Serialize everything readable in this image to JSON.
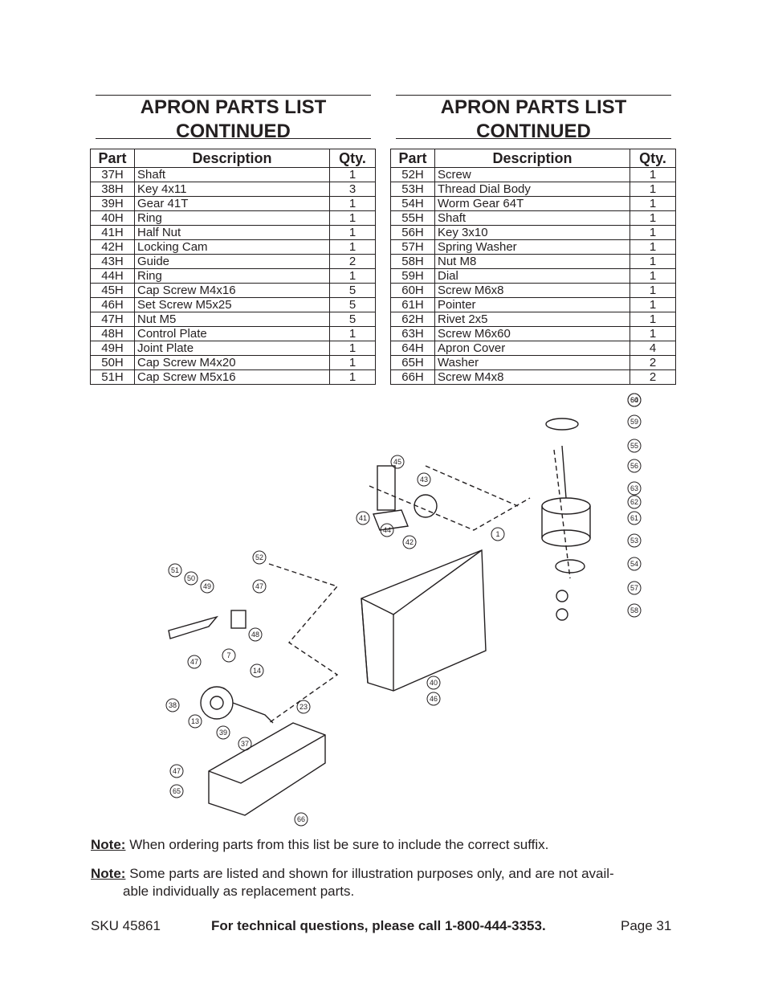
{
  "left_section": {
    "title_line1": "APRON PARTS LIST",
    "title_line2": "CONTINUED",
    "headers": {
      "part": "Part",
      "description": "Description",
      "qty": "Qty."
    },
    "rows": [
      {
        "part": "37H",
        "description": "Shaft",
        "qty": "1"
      },
      {
        "part": "38H",
        "description": "Key 4x11",
        "qty": "3"
      },
      {
        "part": "39H",
        "description": "Gear 41T",
        "qty": "1"
      },
      {
        "part": "40H",
        "description": "Ring",
        "qty": "1"
      },
      {
        "part": "41H",
        "description": "Half Nut",
        "qty": "1"
      },
      {
        "part": "42H",
        "description": "Locking Cam",
        "qty": "1"
      },
      {
        "part": "43H",
        "description": "Guide",
        "qty": "2"
      },
      {
        "part": "44H",
        "description": "Ring",
        "qty": "1"
      },
      {
        "part": "45H",
        "description": "Cap Screw M4x16",
        "qty": "5"
      },
      {
        "part": "46H",
        "description": "Set Screw M5x25",
        "qty": "5"
      },
      {
        "part": "47H",
        "description": "Nut M5",
        "qty": "5"
      },
      {
        "part": "48H",
        "description": "Control Plate",
        "qty": "1"
      },
      {
        "part": "49H",
        "description": "Joint Plate",
        "qty": "1"
      },
      {
        "part": "50H",
        "description": "Cap Screw M4x20",
        "qty": "1"
      },
      {
        "part": "51H",
        "description": "Cap Screw M5x16",
        "qty": "1"
      }
    ]
  },
  "right_section": {
    "title_line1": "APRON PARTS LIST",
    "title_line2": "CONTINUED",
    "headers": {
      "part": "Part",
      "description": "Description",
      "qty": "Qty."
    },
    "rows": [
      {
        "part": "52H",
        "description": "Screw",
        "qty": "1"
      },
      {
        "part": "53H",
        "description": "Thread Dial Body",
        "qty": "1"
      },
      {
        "part": "54H",
        "description": "Worm Gear 64T",
        "qty": "1"
      },
      {
        "part": "55H",
        "description": "Shaft",
        "qty": "1"
      },
      {
        "part": "56H",
        "description": "Key 3x10",
        "qty": "1"
      },
      {
        "part": "57H",
        "description": "Spring Washer",
        "qty": "1"
      },
      {
        "part": "58H",
        "description": "Nut M8",
        "qty": "1"
      },
      {
        "part": "59H",
        "description": "Dial",
        "qty": "1"
      },
      {
        "part": "60H",
        "description": "Screw M6x8",
        "qty": "1"
      },
      {
        "part": "61H",
        "description": "Pointer",
        "qty": "1"
      },
      {
        "part": "62H",
        "description": "Rivet 2x5",
        "qty": "1"
      },
      {
        "part": "63H",
        "description": "Screw M6x60",
        "qty": "1"
      },
      {
        "part": "64H",
        "description": "Apron Cover",
        "qty": "4"
      },
      {
        "part": "65H",
        "description": "Washer",
        "qty": "2"
      },
      {
        "part": "66H",
        "description": "Screw M4x8",
        "qty": "2"
      }
    ]
  },
  "diagram": {
    "callouts": [
      "60",
      "59",
      "55",
      "56",
      "63",
      "62",
      "61",
      "53",
      "54",
      "57",
      "58",
      "45",
      "43",
      "41",
      "44",
      "42",
      "1",
      "51",
      "50",
      "49",
      "52",
      "47",
      "48",
      "7",
      "47",
      "14",
      "38",
      "13",
      "39",
      "37",
      "23",
      "40",
      "46",
      "47",
      "65",
      "66",
      "64"
    ]
  },
  "notes": {
    "note1_label": "Note:",
    "note1_text": "When ordering parts from this list be sure to include the correct suffix.",
    "note2_label": "Note:",
    "note2_text_a": "Some parts are listed and shown for illustration purposes only, and are not avail-",
    "note2_text_b": "able individually as replacement parts."
  },
  "footer": {
    "sku": "SKU 45861",
    "tech": "For technical questions, please call 1-800-444-3353.",
    "page": "Page 31"
  }
}
